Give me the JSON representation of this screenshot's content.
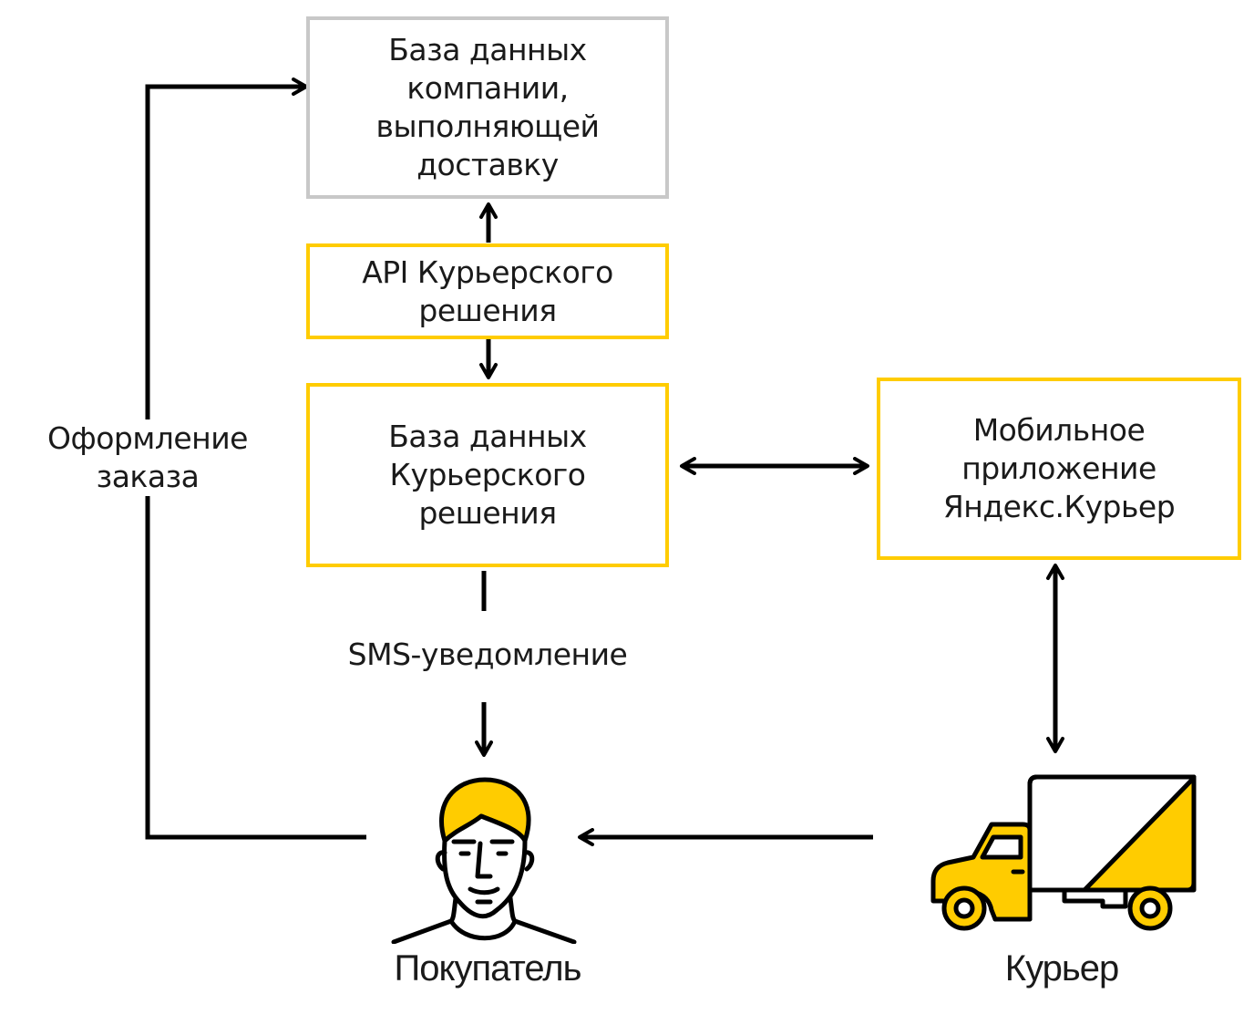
{
  "nodes": {
    "company_db": {
      "label": "База данных\nкомпании,\nвыполняющей\nдоставку"
    },
    "api": {
      "label": "API Курьерского\nрешения"
    },
    "courier_db": {
      "label": "База данных\nКурьерского\nрешения"
    },
    "mobile_app": {
      "label": "Мобильное\nприложение\nЯндекс.Курьер"
    }
  },
  "edge_labels": {
    "order": "Оформление\nзаказа",
    "sms": "SMS-уведомление"
  },
  "actors": {
    "buyer": {
      "label": "Покупатель",
      "icon": "person-icon"
    },
    "courier": {
      "label": "Курьер",
      "icon": "truck-icon"
    }
  },
  "colors": {
    "accent": "#ffcc00",
    "gray_border": "#c8c8c8",
    "line": "#000000"
  }
}
